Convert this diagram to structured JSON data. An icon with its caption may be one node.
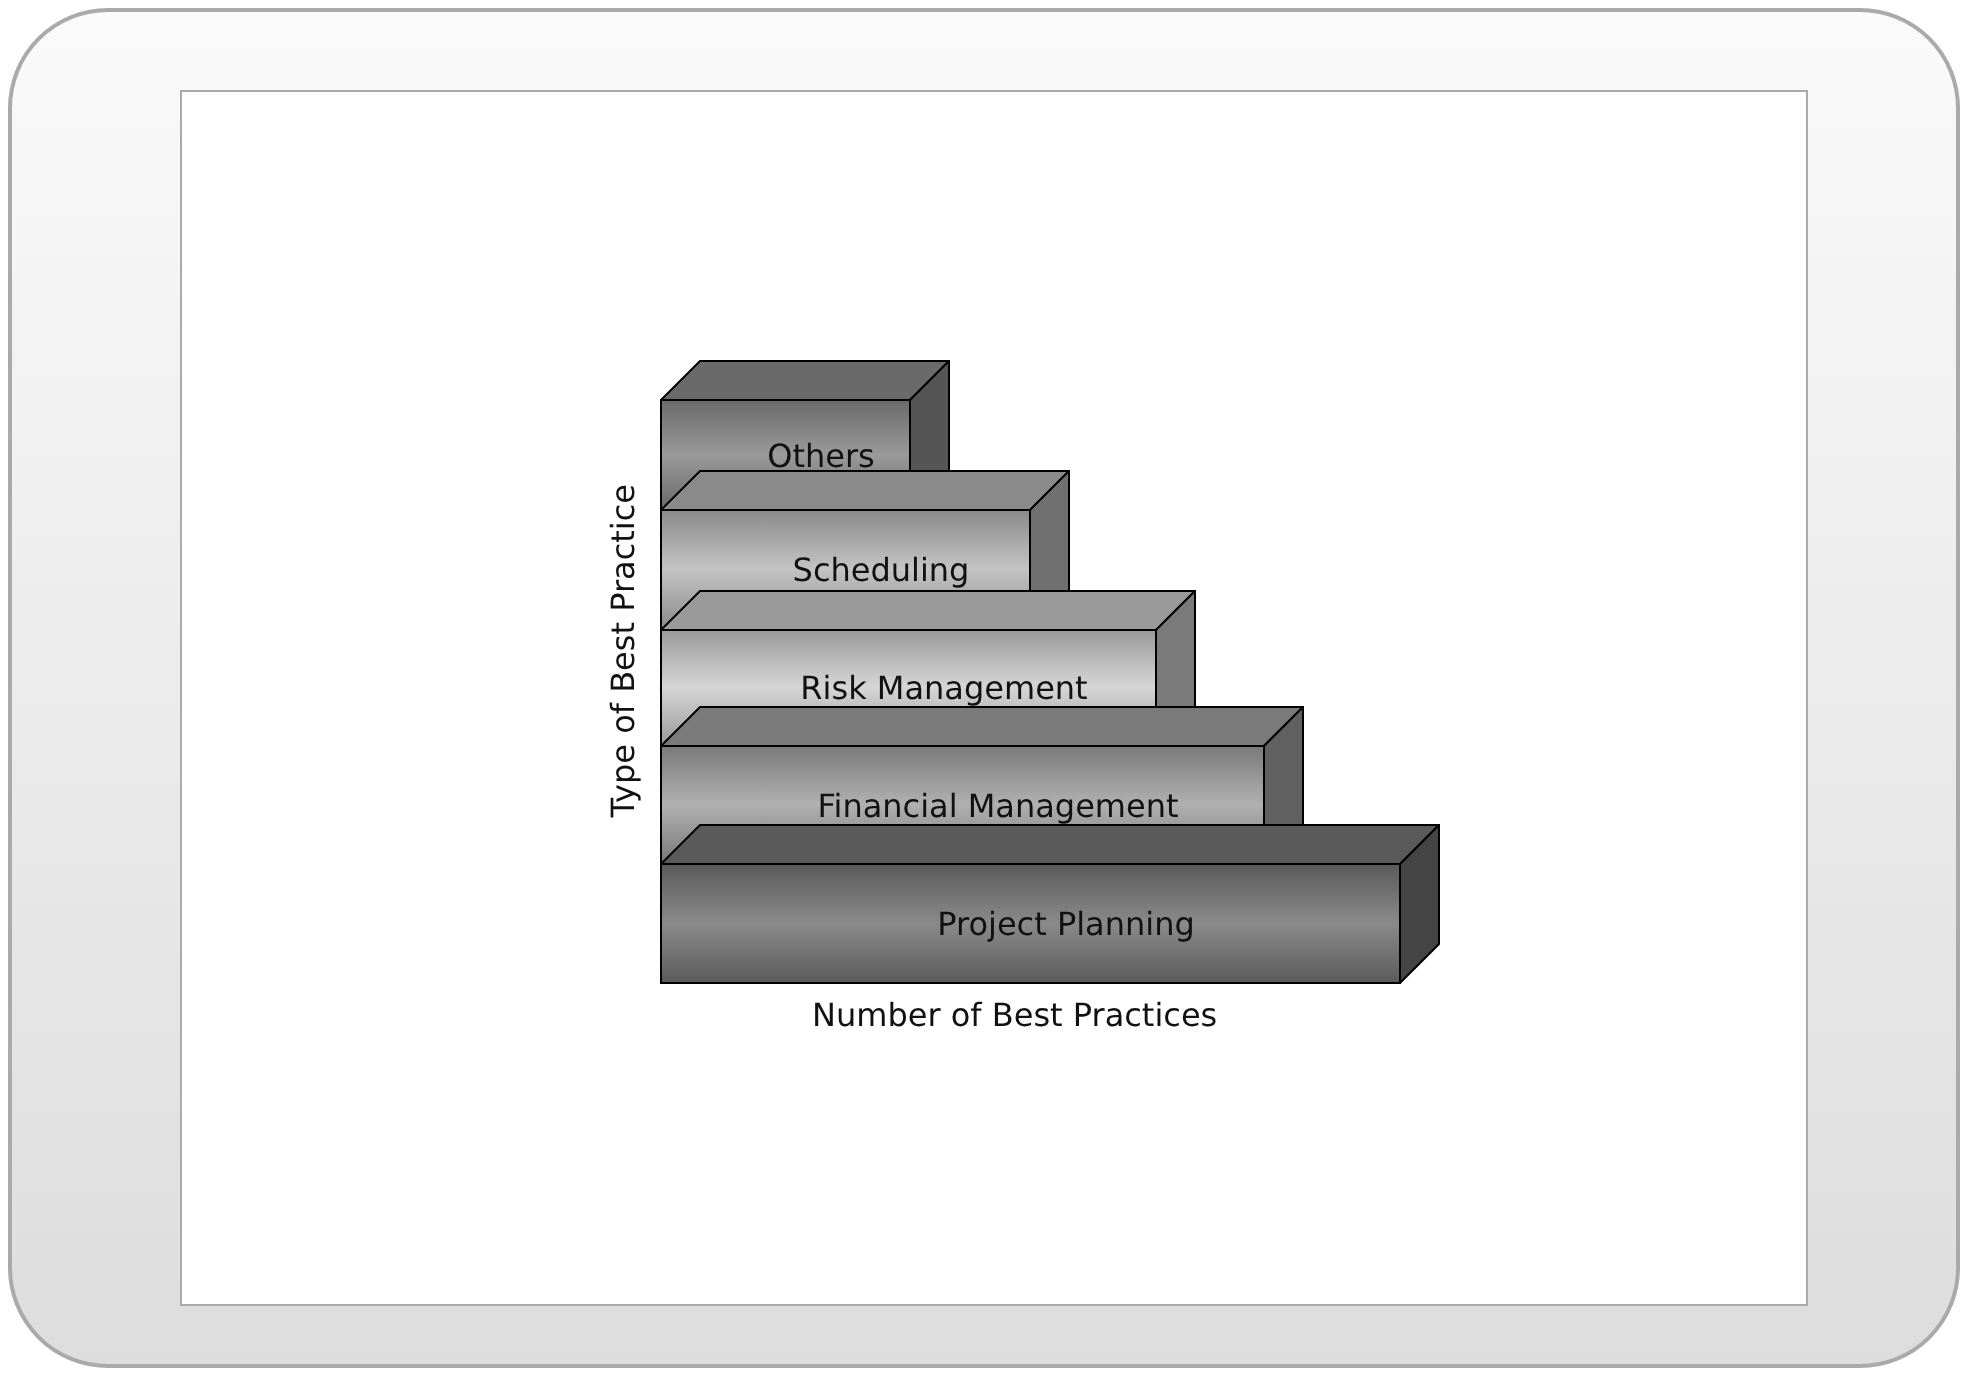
{
  "diagram": {
    "nodes": [
      {
        "text": [
          "Others"
        ]
      },
      {
        "text": [
          "Scheduling"
        ]
      },
      {
        "text": [
          "Risk Management"
        ]
      },
      {
        "text": [
          "Financial Management"
        ]
      },
      {
        "text": [
          "Project Planning"
        ]
      }
    ],
    "labels": [
      "Type of Best Practice",
      "Number of Best Practices"
    ]
  }
}
